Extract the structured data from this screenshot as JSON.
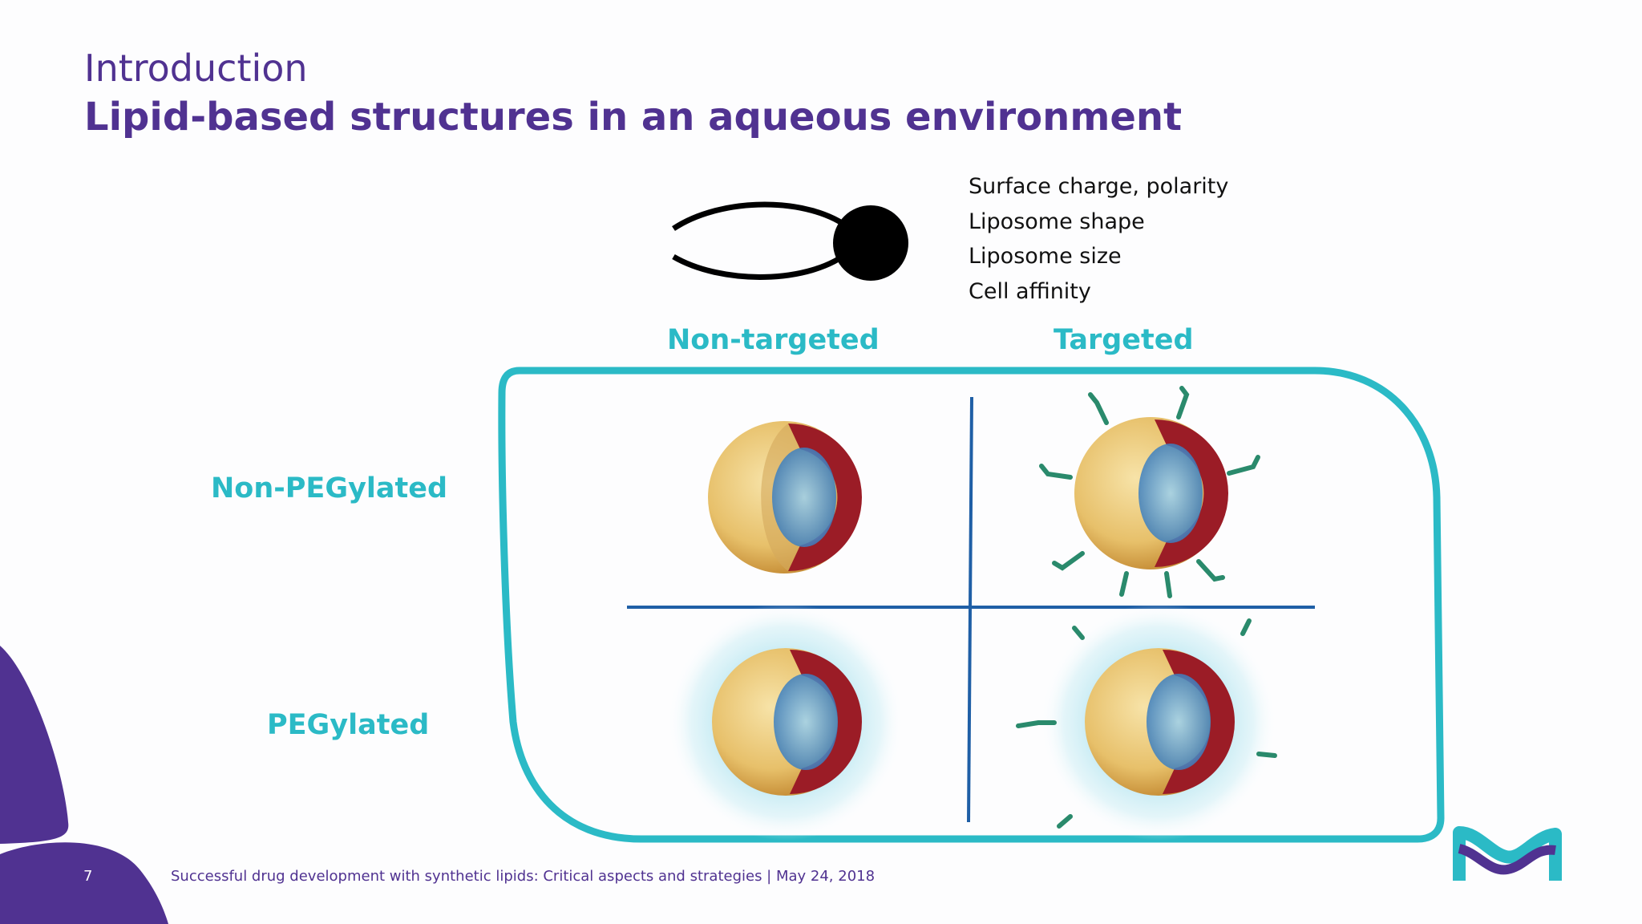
{
  "header": {
    "eyebrow": "Introduction",
    "title": "Lipid-based structures in an aqueous environment"
  },
  "lipid_diagram": {
    "properties": [
      "Surface charge, polarity",
      "Liposome shape",
      "Liposome size",
      "Cell affinity"
    ]
  },
  "matrix": {
    "columns": [
      "Non-targeted",
      "Targeted"
    ],
    "rows": [
      "Non-PEGylated",
      "PEGylated"
    ]
  },
  "footer": {
    "page_number": "7",
    "text": "Successful drug development with synthetic lipids: Critical aspects and strategies | May 24, 2018"
  },
  "colors": {
    "brand_purple": "#503291",
    "accent_teal": "#2bbac6",
    "divider_blue": "#1f5fa6"
  }
}
